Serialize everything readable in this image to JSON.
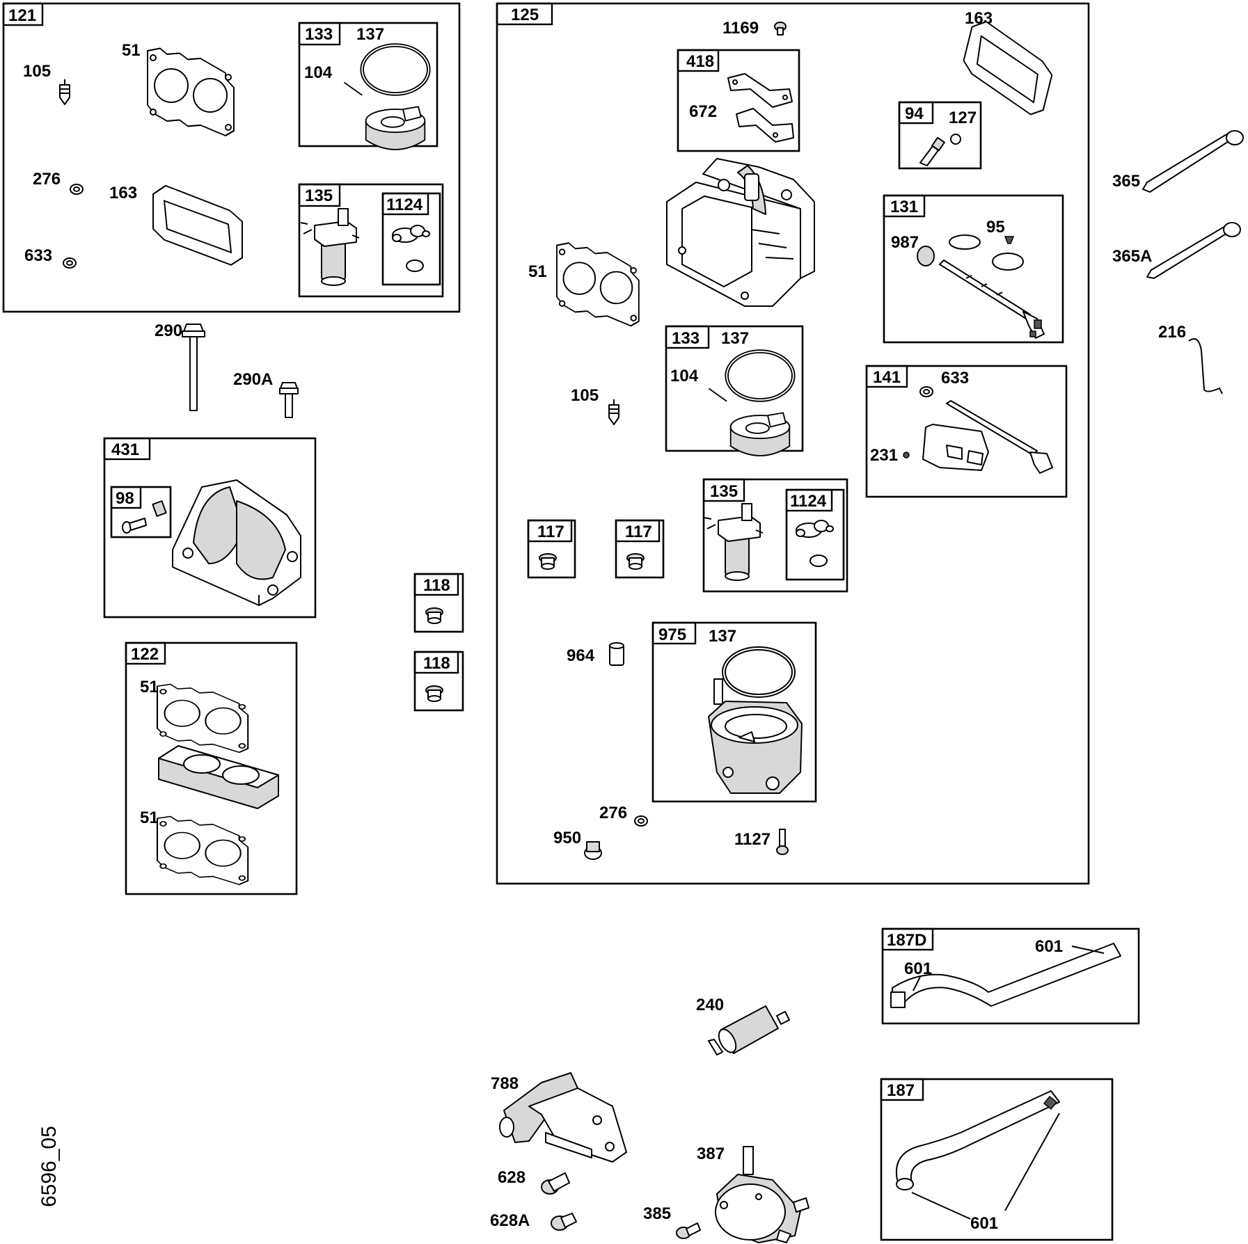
{
  "diagram_code": "6596_05",
  "boxes": {
    "b121": "121",
    "b133a": "133",
    "b135a": "135",
    "b1124a": "1124",
    "b125": "125",
    "b418": "418",
    "b94": "94",
    "b131": "131",
    "b133b": "133",
    "b141": "141",
    "b135b": "135",
    "b1124b": "1124",
    "b975": "975",
    "b431": "431",
    "b98": "98",
    "b122": "122",
    "b117a": "117",
    "b117b": "117",
    "b118a": "118",
    "b118b": "118",
    "b187d": "187D",
    "b187": "187"
  },
  "labels": {
    "p105a": "105",
    "p51a": "51",
    "p137a": "137",
    "p104a": "104",
    "p276a": "276",
    "p163a": "163",
    "p633a": "633",
    "p290": "290",
    "p290a": "290A",
    "p51b": "51",
    "p51c": "51",
    "p1169": "1169",
    "p163b": "163",
    "p672": "672",
    "p127": "127",
    "p51d": "51",
    "p987": "987",
    "p95": "95",
    "p137b": "137",
    "p104b": "104",
    "p105b": "105",
    "p633b": "633",
    "p231": "231",
    "p964": "964",
    "p137c": "137",
    "p276b": "276",
    "p950": "950",
    "p1127": "1127",
    "p365": "365",
    "p365a": "365A",
    "p216": "216",
    "p601a": "601",
    "p601b": "601",
    "p601c": "601",
    "p240": "240",
    "p788": "788",
    "p628": "628",
    "p628a": "628A",
    "p387": "387",
    "p385": "385"
  },
  "icons": [
    "gasket-icon",
    "carburetor-icon",
    "solenoid-icon",
    "o-ring-icon",
    "bolt-icon",
    "fuel-filter-icon",
    "fuel-pump-icon",
    "fuel-hose-icon",
    "intake-manifold-icon",
    "throttle-shaft-icon",
    "bracket-icon",
    "float-bowl-icon"
  ]
}
